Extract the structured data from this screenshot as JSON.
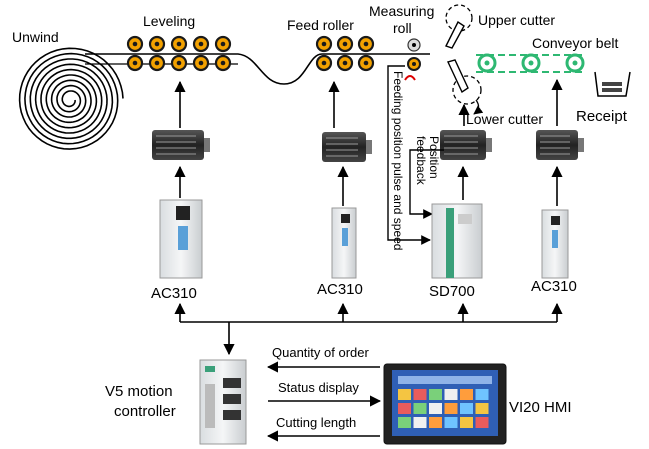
{
  "labels": {
    "unwind": "Unwind",
    "leveling": "Leveling",
    "feed_roller": "Feed roller",
    "measuring_roll_line1": "Measuring",
    "measuring_roll_line2": "roll",
    "upper_cutter": "Upper cutter",
    "conveyor_belt": "Conveyor belt",
    "receipt": "Receipt",
    "lower_cutter": "Lower cutter",
    "feeding_position": "Feeding position pulse and speed",
    "position_feedback_line1": "Position",
    "position_feedback_line2": "feedback"
  },
  "drives": [
    {
      "id": "drive-1",
      "label": "AC310"
    },
    {
      "id": "drive-2",
      "label": "AC310"
    },
    {
      "id": "drive-3",
      "label": "SD700"
    },
    {
      "id": "drive-4",
      "label": "AC310"
    }
  ],
  "controller": {
    "line1": "V5 motion",
    "line2": "controller"
  },
  "hmi": {
    "label": "VI20 HMI"
  },
  "signals": {
    "quantity": "Quantity of order",
    "status": "Status display",
    "cutting_length": "Cutting length"
  },
  "colors": {
    "roller_fill": "#f2a100",
    "roller_ring": "#1a1a1a",
    "belt_roller": "#2eb872",
    "belt_dash": "#2eb872",
    "screen_blue": "#2f5fb5",
    "drive_green": "#3aa07a"
  }
}
